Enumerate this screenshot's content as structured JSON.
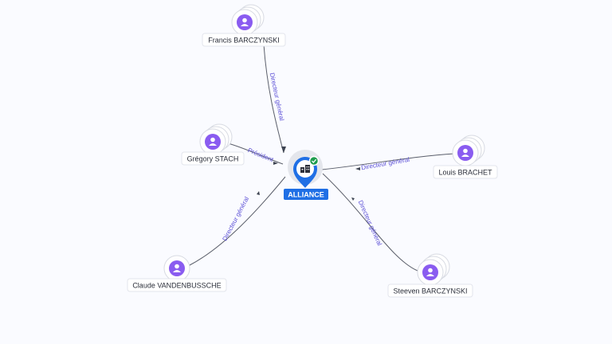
{
  "company": {
    "name": "ALLIANCE",
    "icon": "building-icon",
    "status_icon": "check-badge-icon",
    "colors": {
      "pin": "#1f6fe5",
      "badge": "#1f9d4e"
    }
  },
  "people": [
    {
      "id": "francis",
      "name": "Francis BARCZYNSKI",
      "role": "Directeur général"
    },
    {
      "id": "gregory",
      "name": "Grégory STACH",
      "role": "Président"
    },
    {
      "id": "louis",
      "name": "Louis BRACHET",
      "role": "Directeur général"
    },
    {
      "id": "claude",
      "name": "Claude VANDENBUSSCHE",
      "role": "Directeur général"
    },
    {
      "id": "steeven",
      "name": "Steeven BARCZYNSKI",
      "role": "Directeur général"
    }
  ],
  "person_icon": "person-icon",
  "person_color": "#8a5cf0",
  "relation_color": "#5b4fd6"
}
